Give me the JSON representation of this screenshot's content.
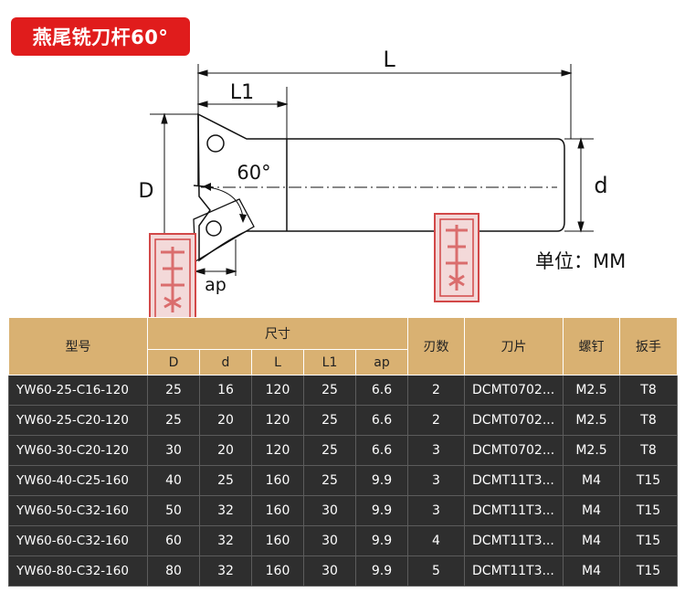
{
  "header": {
    "title": "燕尾铣刀杆60°"
  },
  "drawing": {
    "dim_L": "L",
    "dim_L1": "L1",
    "dim_D": "D",
    "dim_d": "d",
    "dim_angle": "60°",
    "dim_ap": "ap"
  },
  "unit_label": "单位：MM",
  "table": {
    "headers": {
      "model": "型号",
      "size": "尺寸",
      "size_cols": [
        "D",
        "d",
        "L",
        "L1",
        "ap"
      ],
      "flutes": "刃数",
      "insert": "刀片",
      "screw": "螺钉",
      "wrench": "扳手"
    },
    "rows": [
      {
        "model": "YW60-25-C16-120",
        "D": "25",
        "d": "16",
        "L": "120",
        "L1": "25",
        "ap": "6.6",
        "flutes": "2",
        "insert": "DCMT0702...",
        "screw": "M2.5",
        "wrench": "T8"
      },
      {
        "model": "YW60-25-C20-120",
        "D": "25",
        "d": "20",
        "L": "120",
        "L1": "25",
        "ap": "6.6",
        "flutes": "2",
        "insert": "DCMT0702...",
        "screw": "M2.5",
        "wrench": "T8"
      },
      {
        "model": "YW60-30-C20-120",
        "D": "30",
        "d": "20",
        "L": "120",
        "L1": "25",
        "ap": "6.6",
        "flutes": "3",
        "insert": "DCMT0702...",
        "screw": "M2.5",
        "wrench": "T8"
      },
      {
        "model": "YW60-40-C25-160",
        "D": "40",
        "d": "25",
        "L": "160",
        "L1": "25",
        "ap": "9.9",
        "flutes": "3",
        "insert": "DCMT11T3...",
        "screw": "M4",
        "wrench": "T15"
      },
      {
        "model": "YW60-50-C32-160",
        "D": "50",
        "d": "32",
        "L": "160",
        "L1": "30",
        "ap": "9.9",
        "flutes": "3",
        "insert": "DCMT11T3...",
        "screw": "M4",
        "wrench": "T15"
      },
      {
        "model": "YW60-60-C32-160",
        "D": "60",
        "d": "32",
        "L": "160",
        "L1": "30",
        "ap": "9.9",
        "flutes": "4",
        "insert": "DCMT11T3...",
        "screw": "M4",
        "wrench": "T15"
      },
      {
        "model": "YW60-80-C32-160",
        "D": "80",
        "d": "32",
        "L": "160",
        "L1": "30",
        "ap": "9.9",
        "flutes": "5",
        "insert": "DCMT11T3...",
        "screw": "M4",
        "wrench": "T15"
      }
    ]
  },
  "colors": {
    "title_bg": "#e01c1c",
    "header_bg": "#d9b172",
    "body_bg": "#2e2e2e",
    "seal_red": "#d24848"
  }
}
